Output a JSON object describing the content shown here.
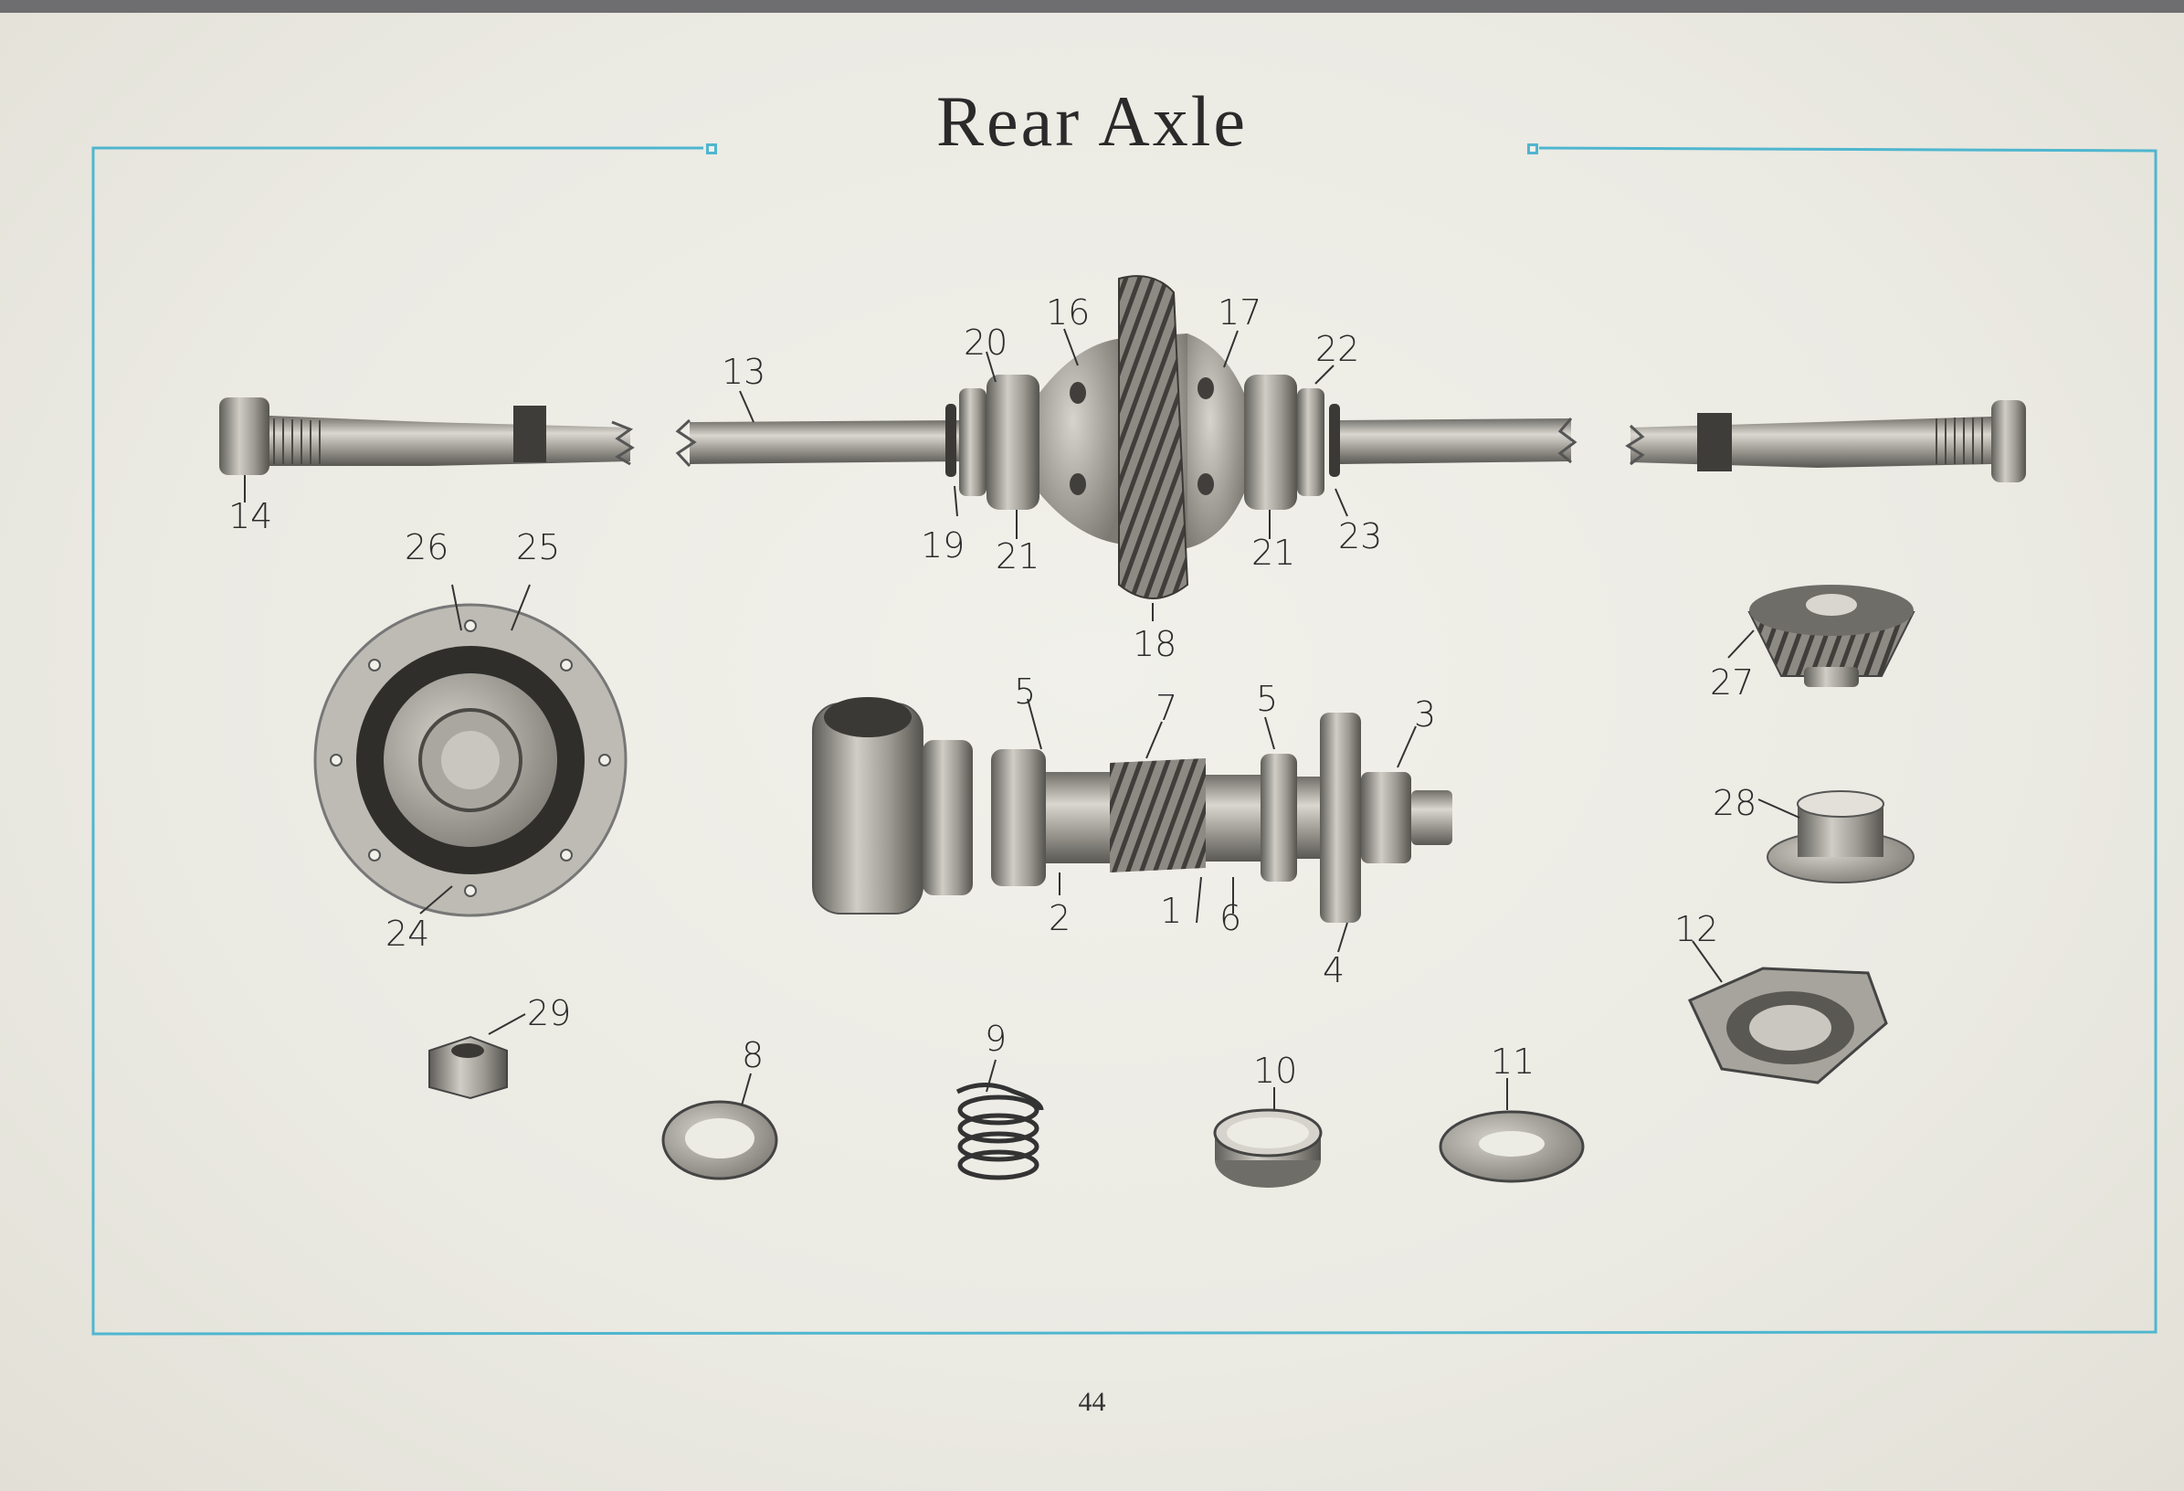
{
  "page": {
    "title": "Rear Axle",
    "page_number": "44"
  },
  "colors": {
    "border": "#4fb6cf",
    "paper": "#ecebe4",
    "ink": "#2c2c2c",
    "metal": "#9a9890"
  },
  "part_labels": [
    "1",
    "2",
    "3",
    "4",
    "5",
    "5",
    "6",
    "7",
    "8",
    "9",
    "10",
    "11",
    "12",
    "13",
    "14",
    "16",
    "17",
    "18",
    "19",
    "20",
    "21",
    "21",
    "22",
    "23",
    "24",
    "25",
    "26",
    "27",
    "28",
    "29"
  ]
}
